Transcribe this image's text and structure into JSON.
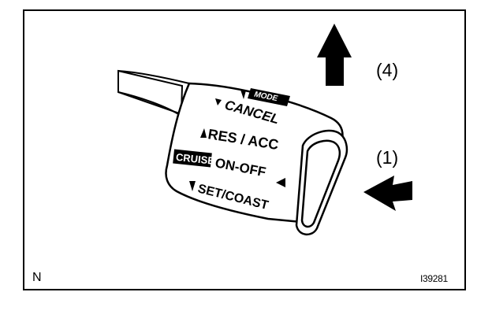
{
  "figure": {
    "lever_labels": {
      "mode": "MODE",
      "cancel": "CANCEL",
      "res_acc": "RES / ACC",
      "cruise": "CRUISE",
      "on_off": "ON-OFF",
      "set_coast": "SET/COAST"
    },
    "callouts": {
      "pull_up": "(4)",
      "push_in": "(1)"
    },
    "corner_letter": "N",
    "figure_code": "I39281"
  }
}
